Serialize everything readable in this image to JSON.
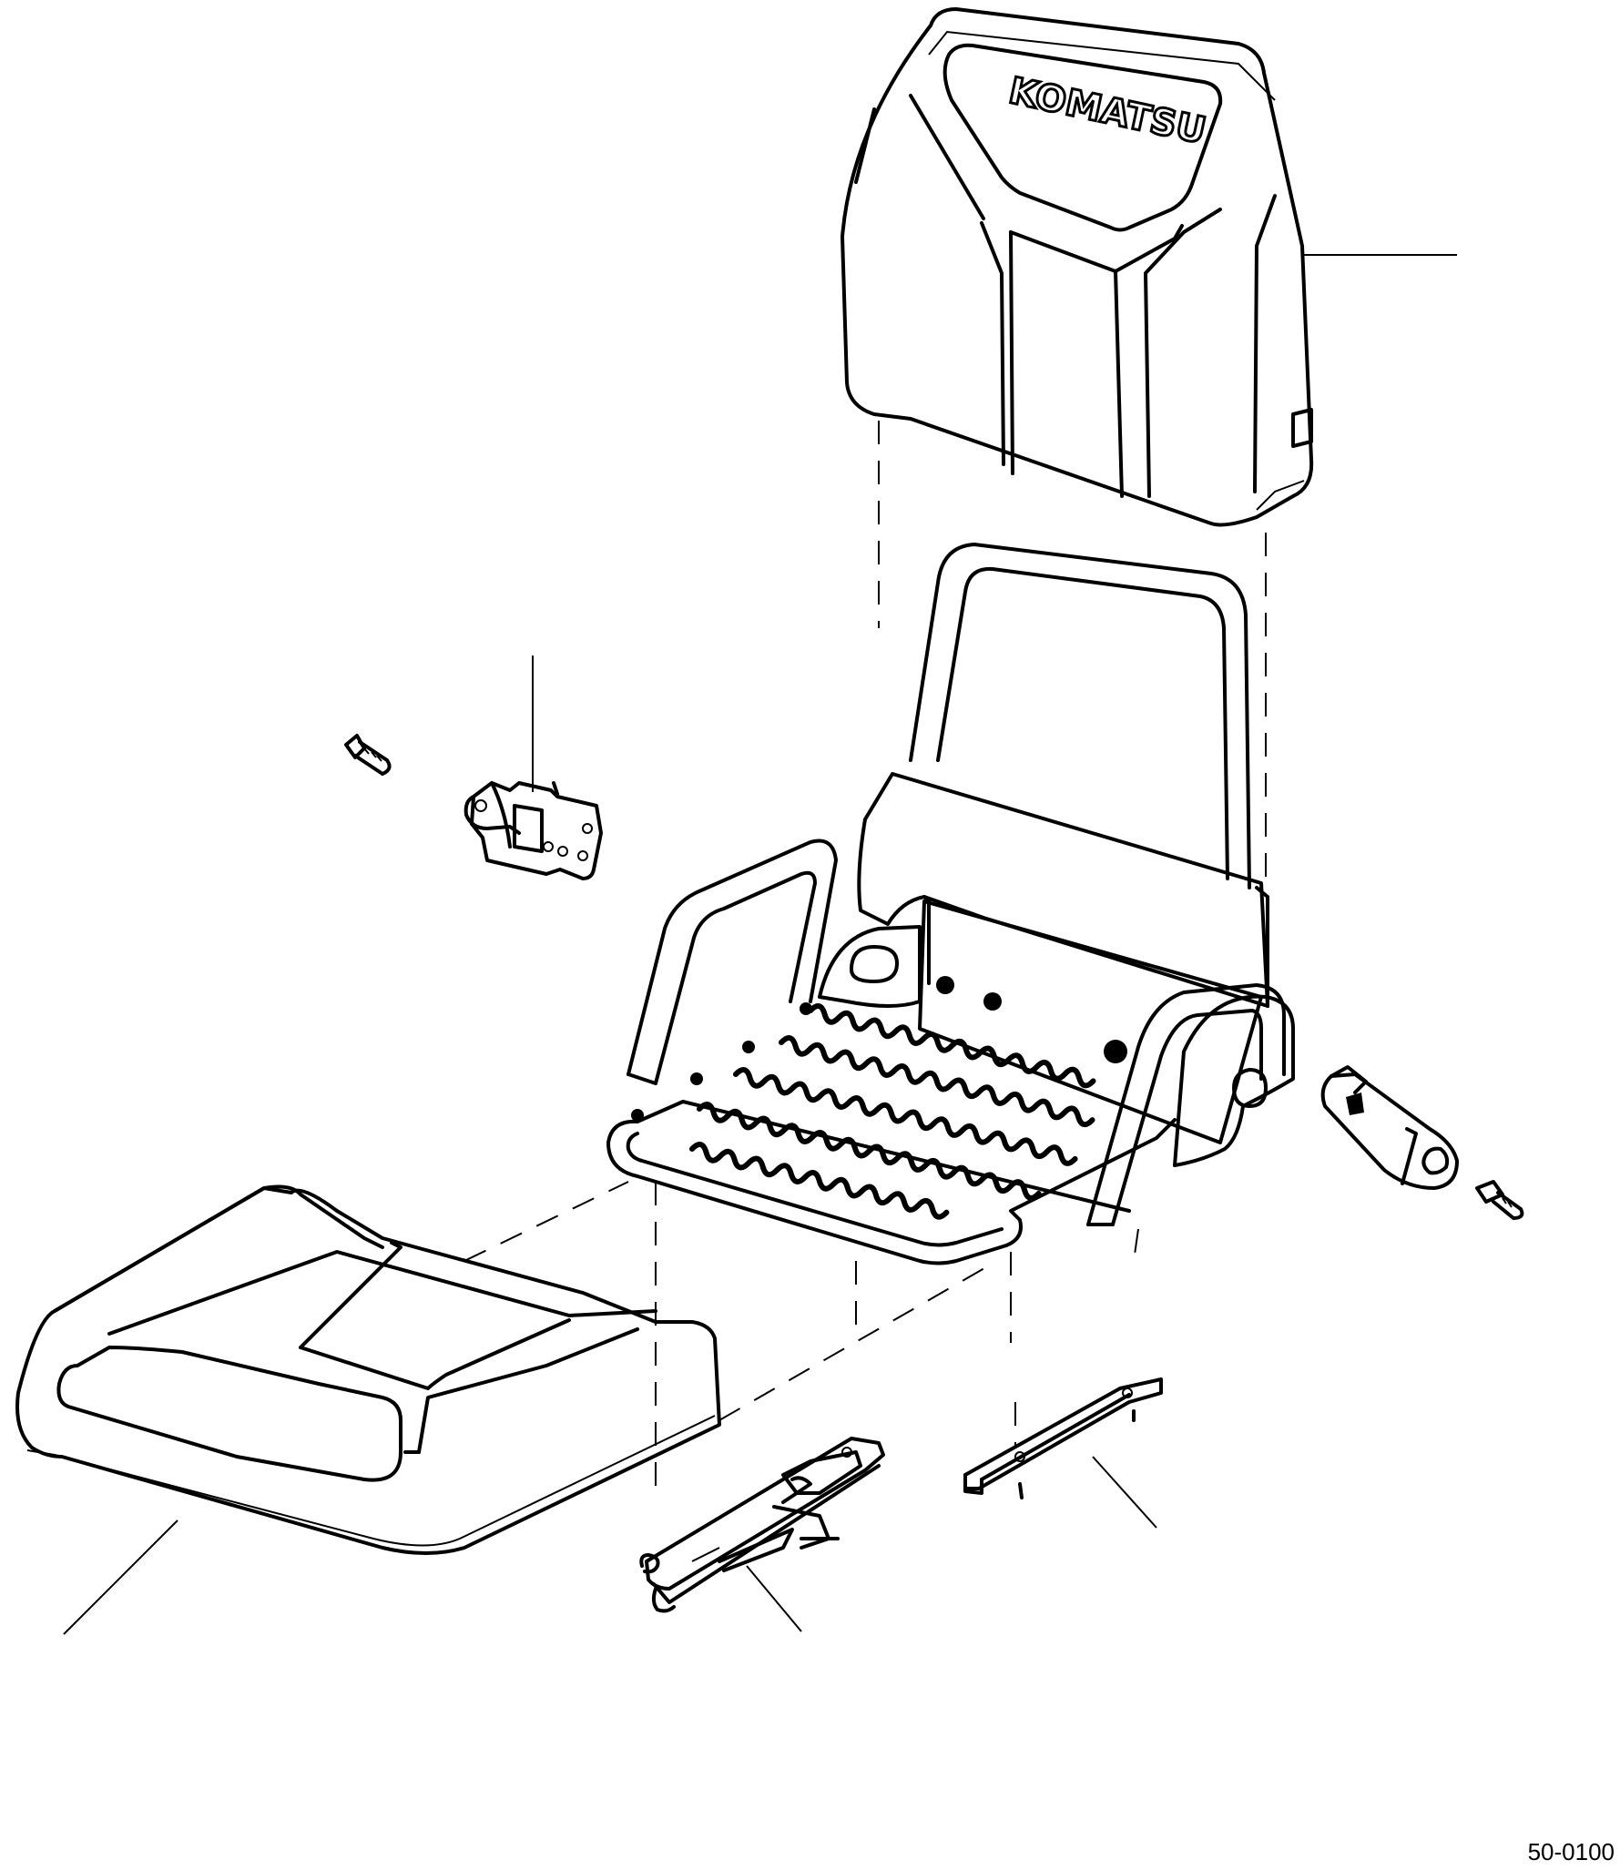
{
  "diagram": {
    "drawing_number": "50-0100",
    "logo_text": "KOMATSU",
    "parts": [
      {
        "name": "backrest-cushion"
      },
      {
        "name": "seat-frame"
      },
      {
        "name": "seat-cushion"
      },
      {
        "name": "left-armrest-bracket"
      },
      {
        "name": "right-armrest-bracket"
      },
      {
        "name": "left-slide-rail"
      },
      {
        "name": "right-slide-rail"
      },
      {
        "name": "left-bolt"
      },
      {
        "name": "right-bolt"
      }
    ]
  }
}
